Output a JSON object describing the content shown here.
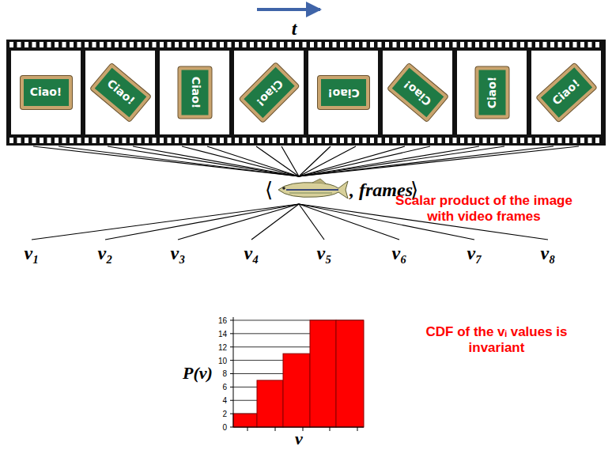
{
  "diagram": {
    "nodes": [
      {
        "text": [
          "Ciao!"
        ]
      },
      {
        "text": [
          "Ciao!"
        ]
      },
      {
        "text": [
          "Ciao!"
        ]
      },
      {
        "text": [
          "Ciao!"
        ]
      },
      {
        "text": [
          "Ciao!"
        ]
      },
      {
        "text": [
          "Ciao!"
        ]
      },
      {
        "text": [
          "Ciao!"
        ]
      },
      {
        "text": [
          "Ciao!"
        ]
      }
    ],
    "labels": [
      "t",
      "⟨",
      ", frames",
      "⟩",
      "Scalar product of the image with video frames",
      "v₁",
      "v₂",
      "v₃",
      "v₄",
      "v₅",
      "v₆",
      "v₇",
      "v₈",
      "CDF of the vᵢ values is invariant",
      "P(v)",
      "16",
      "14",
      "12",
      "10",
      "8",
      "6",
      "4",
      "2",
      "0",
      "v"
    ]
  }
}
